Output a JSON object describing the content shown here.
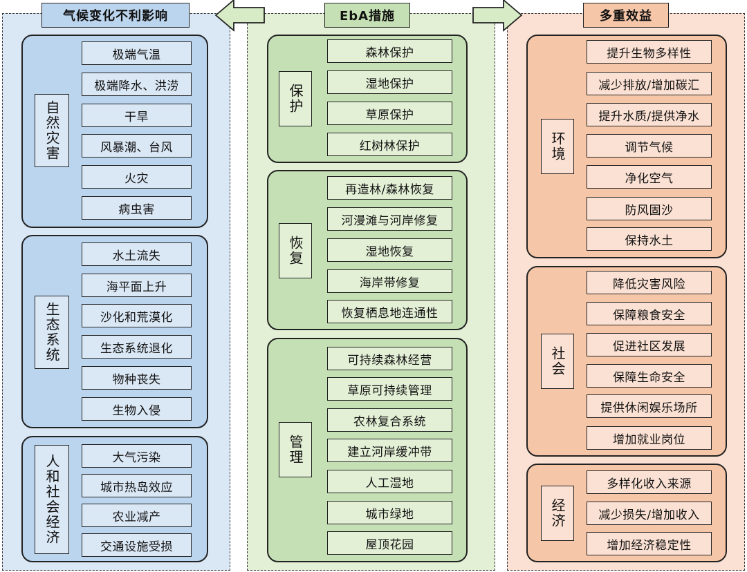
{
  "columns": {
    "impacts": {
      "title": "气候变化不利影响",
      "groups": [
        {
          "label": "自然灾害",
          "items": [
            "极端气温",
            "极端降水、洪涝",
            "干旱",
            "风暴潮、台风",
            "火灾",
            "病虫害"
          ]
        },
        {
          "label": "生态系统",
          "items": [
            "水土流失",
            "海平面上升",
            "沙化和荒漠化",
            "生态系统退化",
            "物种丧失",
            "生物入侵"
          ]
        },
        {
          "label": "人和社会经济",
          "items": [
            "大气污染",
            "城市热岛效应",
            "农业减产",
            "交通设施受损"
          ]
        }
      ]
    },
    "measures": {
      "title": "EbA措施",
      "groups": [
        {
          "label": "保护",
          "items": [
            "森林保护",
            "湿地保护",
            "草原保护",
            "红树林保护"
          ]
        },
        {
          "label": "恢复",
          "items": [
            "再造林/森林恢复",
            "河漫滩与河岸修复",
            "湿地恢复",
            "海岸带修复",
            "恢复栖息地连通性"
          ]
        },
        {
          "label": "管理",
          "items": [
            "可持续森林经营",
            "草原可持续管理",
            "农林复合系统",
            "建立河岸缓冲带",
            "人工湿地",
            "城市绿地",
            "屋顶花园"
          ]
        }
      ]
    },
    "benefits": {
      "title": "多重效益",
      "groups": [
        {
          "label": "环境",
          "items": [
            "提升生物多样性",
            "减少排放/增加碳汇",
            "提升水质/提供净水",
            "调节气候",
            "净化空气",
            "防风固沙",
            "保持水土"
          ]
        },
        {
          "label": "社会",
          "items": [
            "降低灾害风险",
            "保障粮食安全",
            "促进社区发展",
            "保障生命安全",
            "提供休闲娱乐场所",
            "增加就业岗位"
          ]
        },
        {
          "label": "经济",
          "items": [
            "多样化收入来源",
            "减少损失/增加收入",
            "增加经济稳定性"
          ]
        }
      ]
    }
  },
  "colors": {
    "blue_fill": "#dae7f5",
    "blue_group": "#bcd5ee",
    "green_fill": "#e3f0d6",
    "green_group": "#c5e0b4",
    "orange_fill": "#fbe1d3",
    "orange_group": "#f6c6a8",
    "arrow_fill": "#d7ebc6"
  }
}
